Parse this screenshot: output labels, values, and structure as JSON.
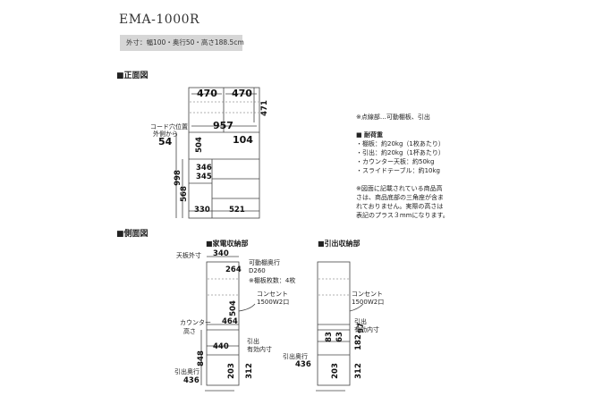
{
  "model": "EMA-1000R",
  "outer_dims": "外寸：幅100・奥行50・高さ188.5cm",
  "front": {
    "title": "■正面図",
    "dims": {
      "top_left": "470",
      "top_right": "470",
      "top_right_v": "471",
      "width_inner": "957",
      "outlet_h": "104",
      "mid_v": "504",
      "v998": "998",
      "v568": "568",
      "d346": "346",
      "d345": "345",
      "b330": "330",
      "b521": "521"
    },
    "cord_note": [
      "コード穴位置",
      "外側から"
    ],
    "cord_value": "54"
  },
  "notes": {
    "dotted": "※点線部…可動棚板、引出",
    "load_title": "■ 耐荷重",
    "load_items": [
      "・棚板：約20kg（1枚あたり）",
      "・引出：約20kg（1杯あたり）",
      "・カウンター天板：約50kg",
      "・スライドテーブル：約10kg"
    ],
    "disclaimer": [
      "※図面に記載されている商品高",
      "さは、商品底部の三角座が含ま",
      "れておりません。実際の高さは",
      "表記のプラス３mmになります。"
    ]
  },
  "side": {
    "title": "■側面図",
    "appliance": {
      "title": "■家電収納部",
      "top_depth_label": "天板外寸",
      "top_depth": "340",
      "d264": "264",
      "shelf_depth": "可動棚奥行",
      "d260": "D260",
      "shelf_count": "※棚板枚数：4枚",
      "v504": "504",
      "outlet": [
        "コンセント",
        "1500W2口"
      ],
      "d464": "464",
      "counter_height": [
        "カウンター",
        "高さ"
      ],
      "d440": "440",
      "v848": "848",
      "drawer_depth_label": [
        "引出",
        "有効内寸"
      ],
      "v203": "203",
      "v312": "312",
      "drawer_outer_label": "引出奥行",
      "d436": "436"
    },
    "drawer": {
      "title": "■引出収納部",
      "outlet": [
        "コンセント",
        "1500W2口"
      ],
      "v83": "83",
      "v63": "63",
      "v182": "182",
      "v97": "97",
      "v203": "203",
      "v312": "312",
      "drawer_depth_label": [
        "引出",
        "有効内寸"
      ],
      "drawer_outer_label": "引出奥行",
      "d436": "436"
    }
  }
}
